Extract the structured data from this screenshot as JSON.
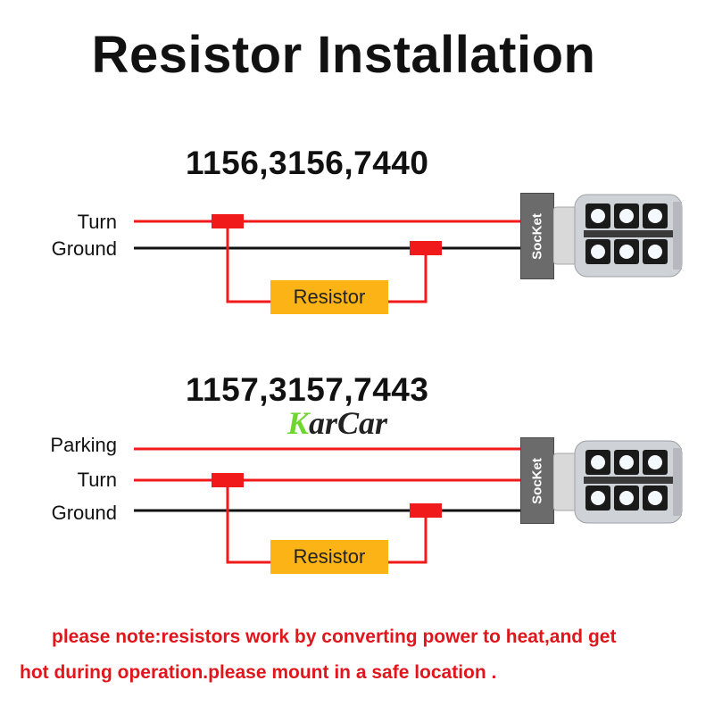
{
  "title": "Resistor Installation",
  "diagram1": {
    "models": "1156,3156,7440",
    "wires": [
      "Turn",
      "Ground"
    ],
    "resistor_label": "Resistor",
    "socket_label": "SocKet"
  },
  "diagram2": {
    "models": "1157,3157,7443",
    "wires": [
      "Parking",
      "Turn",
      "Ground"
    ],
    "resistor_label": "Resistor",
    "socket_label": "SocKet"
  },
  "watermark": {
    "first_letter": "K",
    "rest": "arCar"
  },
  "note": {
    "line1": "please note:resistors work by converting power to heat,and get",
    "line2": "hot during operation.please mount in a safe location ."
  },
  "colors": {
    "wire_red": "#f01a1a",
    "wire_black": "#111111",
    "resistor_fill": "#fbb315",
    "socket_gray": "#6b6b6b",
    "note_red": "#e0161c",
    "watermark_green": "#6ed62e"
  }
}
